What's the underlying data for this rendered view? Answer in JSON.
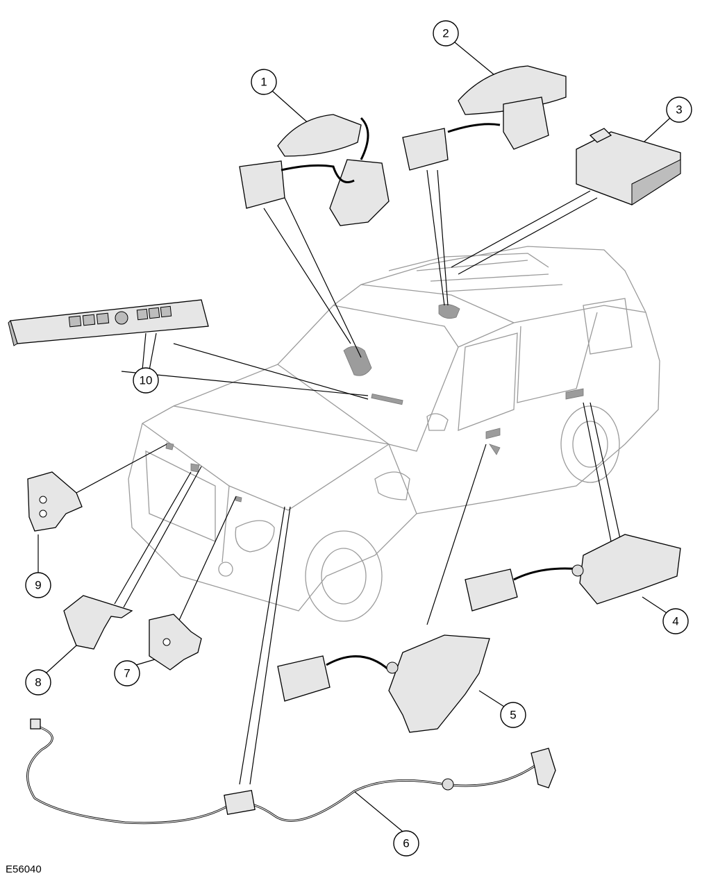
{
  "figure_id": "E56040",
  "callouts": [
    "1",
    "2",
    "3",
    "4",
    "5",
    "6",
    "7",
    "8",
    "9",
    "10"
  ]
}
